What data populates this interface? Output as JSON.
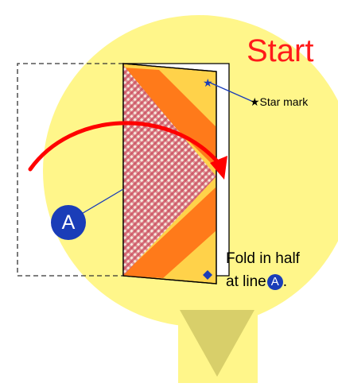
{
  "title": "Start",
  "star_mark_label": "★Star mark",
  "instruction": {
    "line1": "Fold in half",
    "line2_prefix": "at line",
    "line_marker": "A"
  },
  "fold_line_marker": "A",
  "colors": {
    "background_circle": "#fff68a",
    "title": "#ff1a1a",
    "arrow": "#ff0000",
    "badge": "#1a3db8",
    "paper_orange": "#ff7a1a",
    "paper_light": "#ffd24a",
    "checker": "#c63a4a",
    "stem_triangle": "#d8cf6a"
  },
  "icons": [
    "star-icon",
    "diamond-icon",
    "curved-arrow-icon"
  ]
}
